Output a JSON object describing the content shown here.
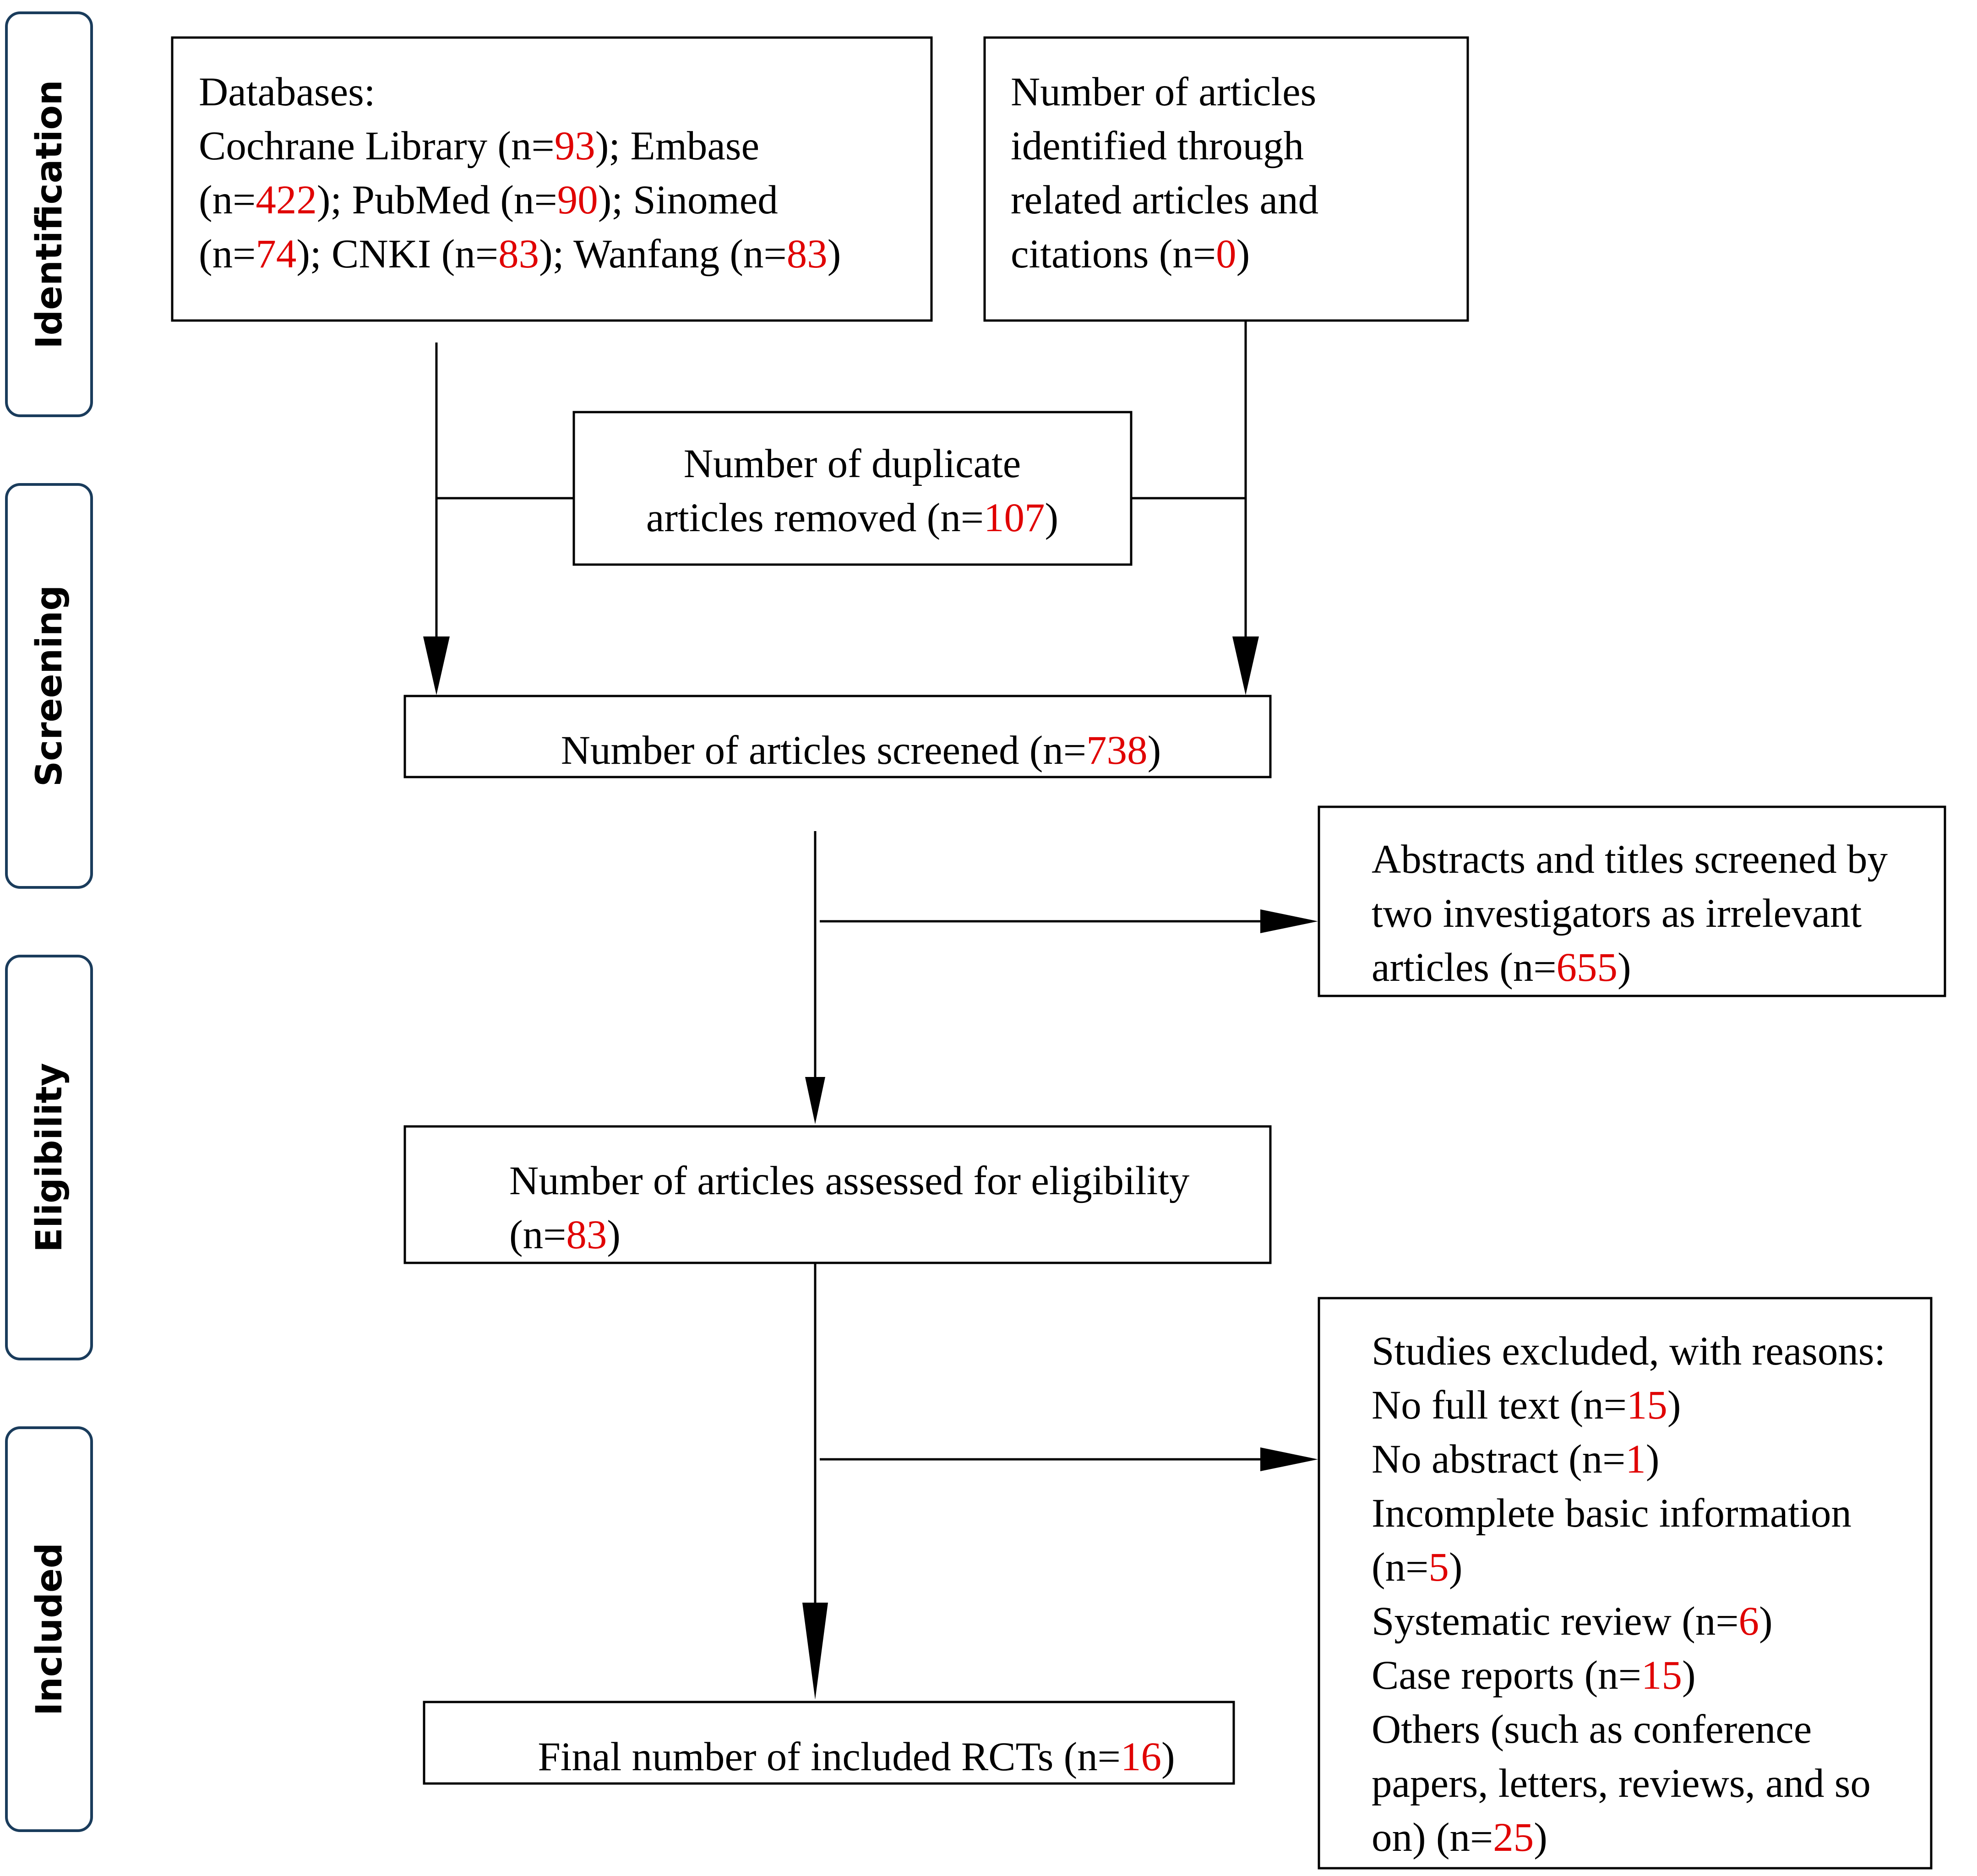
{
  "colors": {
    "number_highlight": "#e00000",
    "text": "#000000",
    "stage_border": "#1a3c5c"
  },
  "stages": {
    "identification": "Identification",
    "screening": "Screening",
    "eligibility": "Eligibility",
    "included": "Included"
  },
  "boxes": {
    "databases": {
      "l1": "Databases:",
      "l2a": "Cochrane Library (n=",
      "l2b": "93",
      "l2c": "); Embase",
      "l3a": "(n=",
      "l3b": "422",
      "l3c": "); PubMed (n=",
      "l3d": "90",
      "l3e": "); Sinomed",
      "l4a": "(n=",
      "l4b": "74",
      "l4c": "); CNKI (n=",
      "l4d": "83",
      "l4e": "); Wanfang  (n=",
      "l4f": "83",
      "l4g": ")"
    },
    "other_sources": {
      "l1": "Number of articles",
      "l2": "identified through",
      "l3": "related articles and",
      "l4a": "citations (n=",
      "l4b": "0",
      "l4c": ")"
    },
    "duplicates": {
      "l1": "Number of duplicate",
      "l2a": "articles removed (n=",
      "l2b": "107",
      "l2c": ")"
    },
    "screened": {
      "l1a": "Number of articles screened (n=",
      "l1b": "738",
      "l1c": ")"
    },
    "irrelevant": {
      "l1": "Abstracts and titles screened by",
      "l2": "two investigators as irrelevant",
      "l3a": "articles (n=",
      "l3b": "655",
      "l3c": ")"
    },
    "eligibility": {
      "l1": "Number of articles assessed for eligibility",
      "l2a": "(n=",
      "l2b": "83",
      "l2c": ")"
    },
    "excluded": {
      "l1": "Studies excluded, with reasons:",
      "l2a": "No full text (n=",
      "l2b": "15",
      "l2c": ")",
      "l3a": "No abstract (n=",
      "l3b": "1",
      "l3c": ")",
      "l4": "Incomplete basic information",
      "l5a": "(n=",
      "l5b": "5",
      "l5c": ")",
      "l6a": "Systematic review (n=",
      "l6b": "6",
      "l6c": ")",
      "l7a": "Case reports (n=",
      "l7b": "15",
      "l7c": ")",
      "l8": "Others (such as conference",
      "l9": "papers, letters, reviews, and so",
      "l10a": "on) (n=",
      "l10b": "25",
      "l10c": ")"
    },
    "included": {
      "l1a": "Final number of included RCTs (n=",
      "l1b": "16",
      "l1c": ")"
    }
  }
}
